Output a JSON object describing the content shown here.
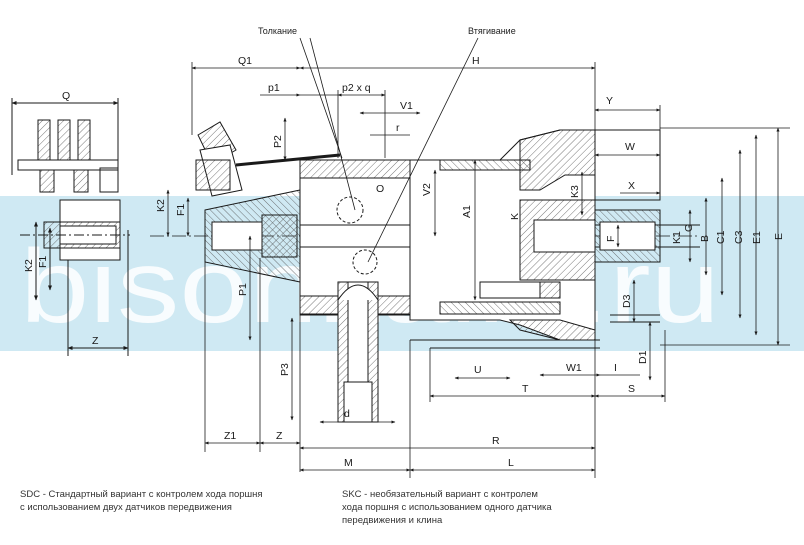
{
  "callouts": {
    "push": "Толкание",
    "pull": "Втягивание"
  },
  "watermark": "bisonitalia.ru",
  "dimensions": {
    "Q": "Q",
    "Q1": "Q1",
    "H": "H",
    "p1": "p1",
    "p2q": "p2 x q",
    "V1": "V1",
    "r": "r",
    "P2": "P2",
    "O": "O",
    "V2": "V2",
    "A1": "A1",
    "K": "K",
    "K2": "K2",
    "F1": "F1",
    "P1": "P1",
    "P3": "P3",
    "Z": "Z",
    "Z1": "Z1",
    "M": "M",
    "d": "d",
    "R": "R",
    "L": "L",
    "Y": "Y",
    "W": "W",
    "X": "X",
    "K3": "K3",
    "G": "G",
    "B": "B",
    "K1": "K1",
    "F": "F",
    "C1": "C1",
    "C3": "C3",
    "E1": "E1",
    "E": "E",
    "D3": "D3",
    "D1": "D1",
    "U": "U",
    "W1": "W1",
    "I": "I",
    "T": "T",
    "S": "S"
  },
  "captions": {
    "sdc_line1": "SDC - Стандартный вариант с контролем хода поршня",
    "sdc_line2": "с использованием двух датчиков передвижения",
    "skc_line1": "SKC - необязательный вариант с контролем",
    "skc_line2": "хода поршня с использованием одного датчика",
    "skc_line3": "передвижения и клина"
  },
  "colors": {
    "watermark_band": "#cfe9f3",
    "line": "#1a1a1a",
    "hatch": "#555555"
  }
}
